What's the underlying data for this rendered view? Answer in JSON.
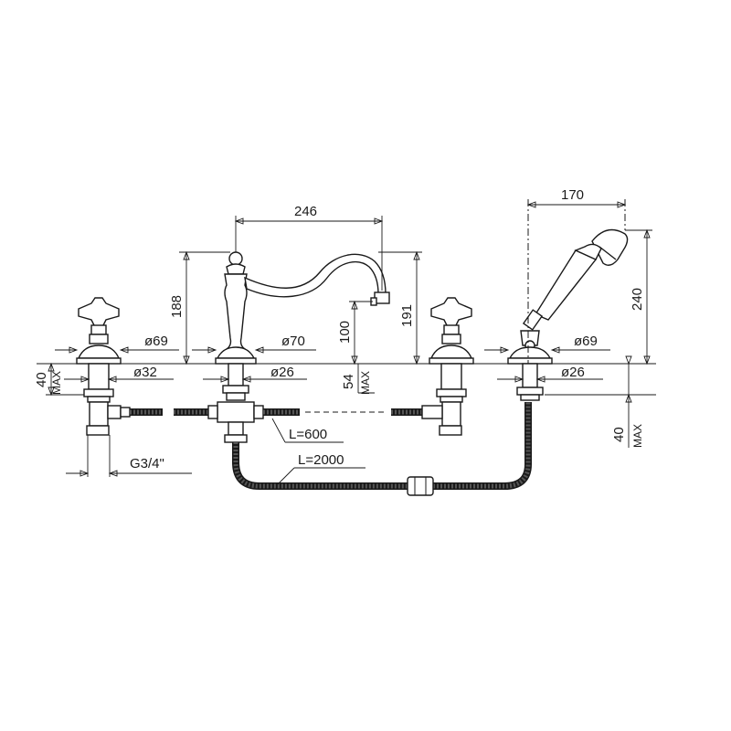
{
  "dimensions": {
    "spout_reach": "246",
    "shower_offset": "170",
    "spout_height": "188",
    "spout_total_height": "191",
    "spout_outlet_height": "100",
    "shower_height": "240",
    "deck_max_left": "40",
    "deck_max_left_unit": "MAX",
    "deck_max_right": "40",
    "deck_max_right_unit": "MAX",
    "mid_depth": "54",
    "mid_depth_unit": "MAX",
    "dia_left_rosette": "ø69",
    "dia_spout_base": "ø70",
    "dia_shower_rosette": "ø69",
    "dia_left_shank": "ø32",
    "dia_spout_shank": "ø26",
    "dia_shower_shank": "ø26",
    "thread": "G3/4\"",
    "hose_short": "L=600",
    "hose_long": "L=2000"
  },
  "colors": {
    "line": "#1a1a1a",
    "background": "#ffffff"
  }
}
